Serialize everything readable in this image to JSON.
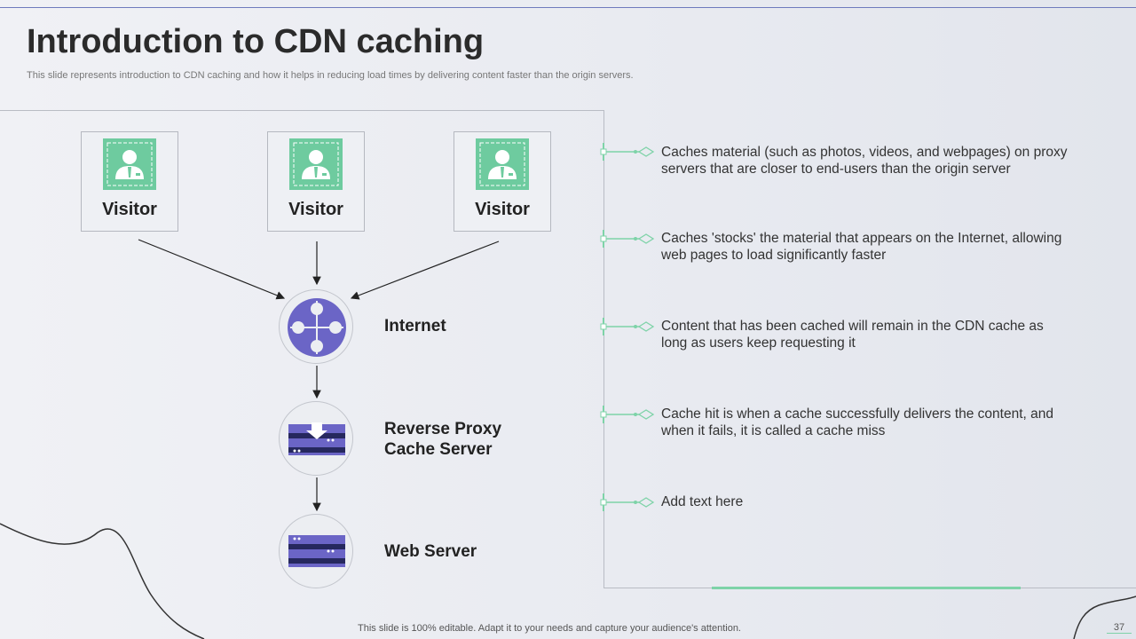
{
  "title": "Introduction to CDN caching",
  "subtitle": "This slide represents introduction to CDN caching and how it helps in reducing load times by delivering content faster than the origin servers.",
  "diagram": {
    "visitors": [
      {
        "label": "Visitor"
      },
      {
        "label": "Visitor"
      },
      {
        "label": "Visitor"
      }
    ],
    "nodes": {
      "internet": {
        "label": "Internet"
      },
      "reverse_proxy": {
        "label_line1": "Reverse Proxy",
        "label_line2": "Cache Server"
      },
      "web_server": {
        "label": "Web Server"
      }
    }
  },
  "points": [
    {
      "text": "Caches material (such as photos, videos, and webpages) on proxy servers that are closer to end-users than the origin server"
    },
    {
      "text": "Caches 'stocks' the material that appears on the Internet, allowing web pages to load significantly faster"
    },
    {
      "text": "Content that has been cached will remain in the CDN cache as long as users keep requesting it"
    },
    {
      "text": "Cache hit is when a cache successfully delivers the content, and when it fails, it is called a cache miss"
    },
    {
      "text": "Add text here"
    }
  ],
  "footer": "This slide is 100% editable. Adapt it to your needs and capture your audience's attention.",
  "page_number": "37",
  "colors": {
    "accent_green": "#6ecb9f",
    "accent_purple": "#6b65c6",
    "dark_navy": "#26285e"
  },
  "icons": [
    "user-badge-icon",
    "globe-network-icon",
    "server-download-icon",
    "server-icon",
    "arrow-connector-icon"
  ]
}
